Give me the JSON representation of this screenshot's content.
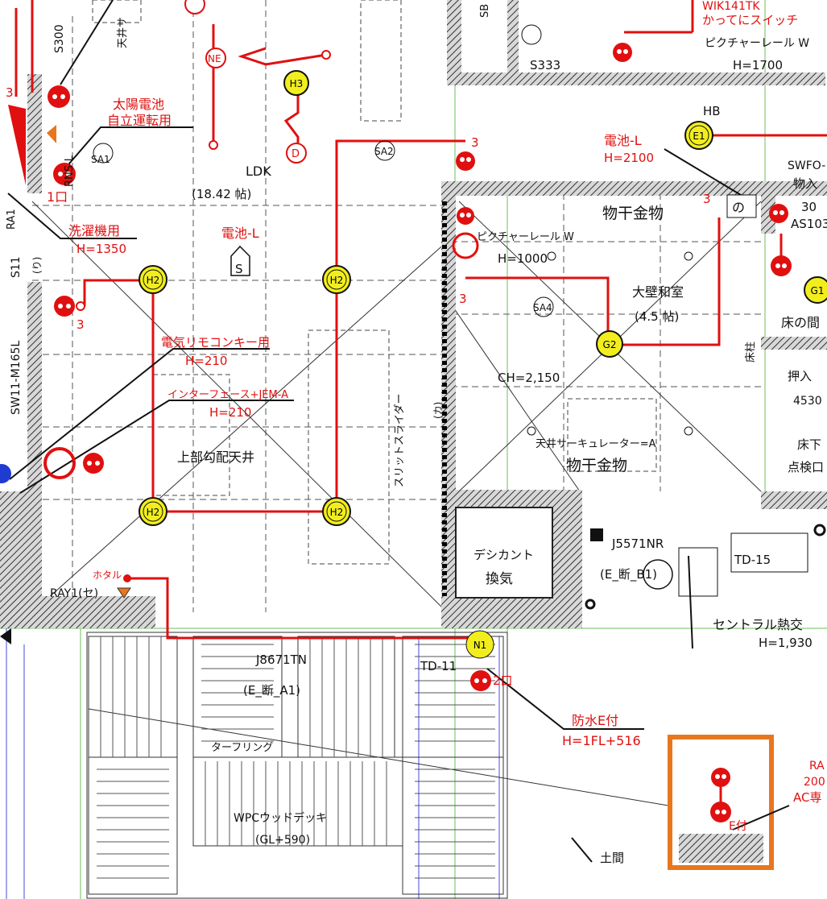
{
  "colors": {
    "wiring": "#e01010",
    "fixture_fill": "#f2ee1e",
    "wall": "#3a3a3a",
    "outlet_frame": "#e8761e",
    "dim_blue": "#4a4adf",
    "green_line": "#6bbf5a"
  },
  "rooms": {
    "ldk": {
      "name": "LDK",
      "area": "(18.42 帖)"
    },
    "sloped_ceiling": "上部勾配天井",
    "washitsu": {
      "name": "大壁和室",
      "area": "(4.5 帖)",
      "ceiling_height": "CH=2,150"
    },
    "desiccant": {
      "line1": "デシカント",
      "line2": "換気"
    },
    "deck": {
      "name": "WPCウッドデッキ",
      "level": "(GL+590)",
      "decking": "ターフリング"
    },
    "doma": "土間",
    "floor_text": "床の間",
    "closet": {
      "name": "押入",
      "dim": "4530"
    },
    "floor_inspect": {
      "line1": "床下",
      "line2": "点検口"
    }
  },
  "labels": {
    "solar": {
      "line1": "太陽電池",
      "line2": "自立運転用"
    },
    "washer": {
      "text": "洗濯機用",
      "height": "H=1350"
    },
    "remote": {
      "text": "電気リモコンキー用",
      "height": "H=210"
    },
    "interface": {
      "text": "インターフェース+JEM-A",
      "height": "H=210"
    },
    "battery_l_center": "電池-L",
    "battery_l_right": {
      "text": "電池-L",
      "height": "H=2100"
    },
    "picture_rail_top": {
      "text": "ピクチャーレール W",
      "height": "H=1700"
    },
    "picture_rail_room": {
      "text": "ピクチャーレール W",
      "height": "H=1000"
    },
    "switch_top": {
      "line1": "WIK141TK",
      "line2": "かってにスイッチ"
    },
    "hotaru": "ホタル",
    "waterproof": {
      "text": "防水E付",
      "height": "H=1FL+516"
    },
    "fixture_j867": {
      "code": "J8671TN",
      "ref": "(E_断_A1)"
    },
    "fixture_j557": {
      "code": "J5571NR",
      "ref": "(E_断_B1)"
    },
    "central_exchange": {
      "text": "セントラル熱交",
      "height": "H=1,930"
    },
    "ceiling_circulator": "天井サーキュレーター=A",
    "hanger_top": "物干金物",
    "hanger_bottom": "物干金物",
    "slit_slider": "スリットスライダー",
    "ac_outlet": {
      "code": "RA",
      "height": "200",
      "text": "AC専"
    },
    "ac_e": "E付",
    "right_edge": {
      "line1": "SWFO-",
      "line2": "物入",
      "line3": "30",
      "line4": "AS103"
    }
  },
  "codes": {
    "sa1": "SA1",
    "sa2": "SA2",
    "sa4": "SA4",
    "s300": "S300",
    "s333": "S333",
    "rns": "RNS-L",
    "sw11": "SW11-M165L",
    "s11": "S11",
    "ray1": "RAY1(セ)",
    "td11": "TD-11",
    "td15": "TD-15",
    "ra1": "RA1",
    "hb": "HB",
    "sb": "SB",
    "tenijo": "天井サ",
    "ne": "NE",
    "d": "D",
    "ri": "(り)",
    "kaki": "(カ)",
    "one_circuit": "1口",
    "two_circuit": "2口",
    "count3": "3",
    "switch_s": "S",
    "kai": "の",
    "tokoza": "床柱"
  },
  "fixtures": [
    {
      "id": "H2",
      "label": "H2"
    },
    {
      "id": "H3",
      "label": "H3"
    },
    {
      "id": "G1",
      "label": "G1"
    },
    {
      "id": "G2",
      "label": "G2"
    },
    {
      "id": "E1",
      "label": "E1"
    },
    {
      "id": "N1",
      "label": "N1"
    }
  ]
}
